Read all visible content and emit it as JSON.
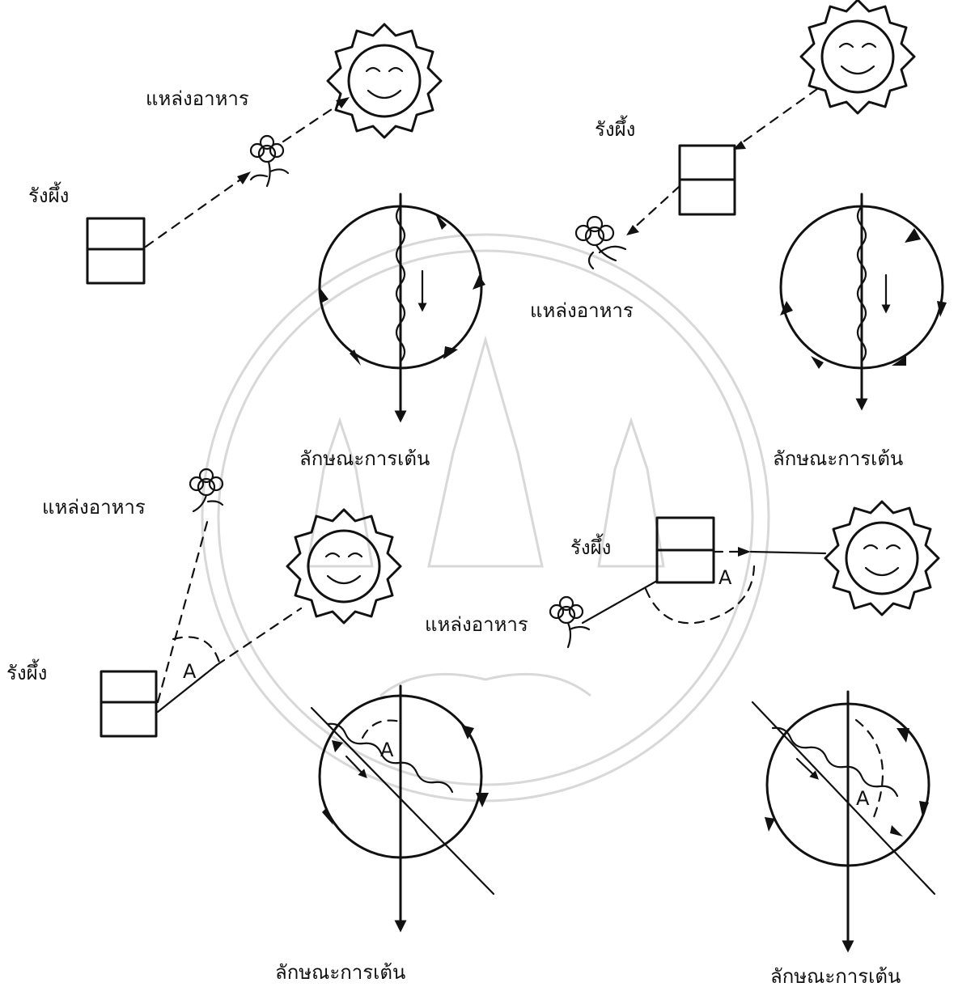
{
  "labels": {
    "hive": "รังผึ้ง",
    "food_source": "แหล่งอาหาร",
    "dance": "ลักษณะการเต้น",
    "angle": "A"
  },
  "colors": {
    "ink": "#111111",
    "background": "#ffffff",
    "watermark": "#d8d8d8"
  },
  "icons": [
    "sun-icon",
    "flower-icon",
    "hive-icon",
    "seal-watermark"
  ]
}
